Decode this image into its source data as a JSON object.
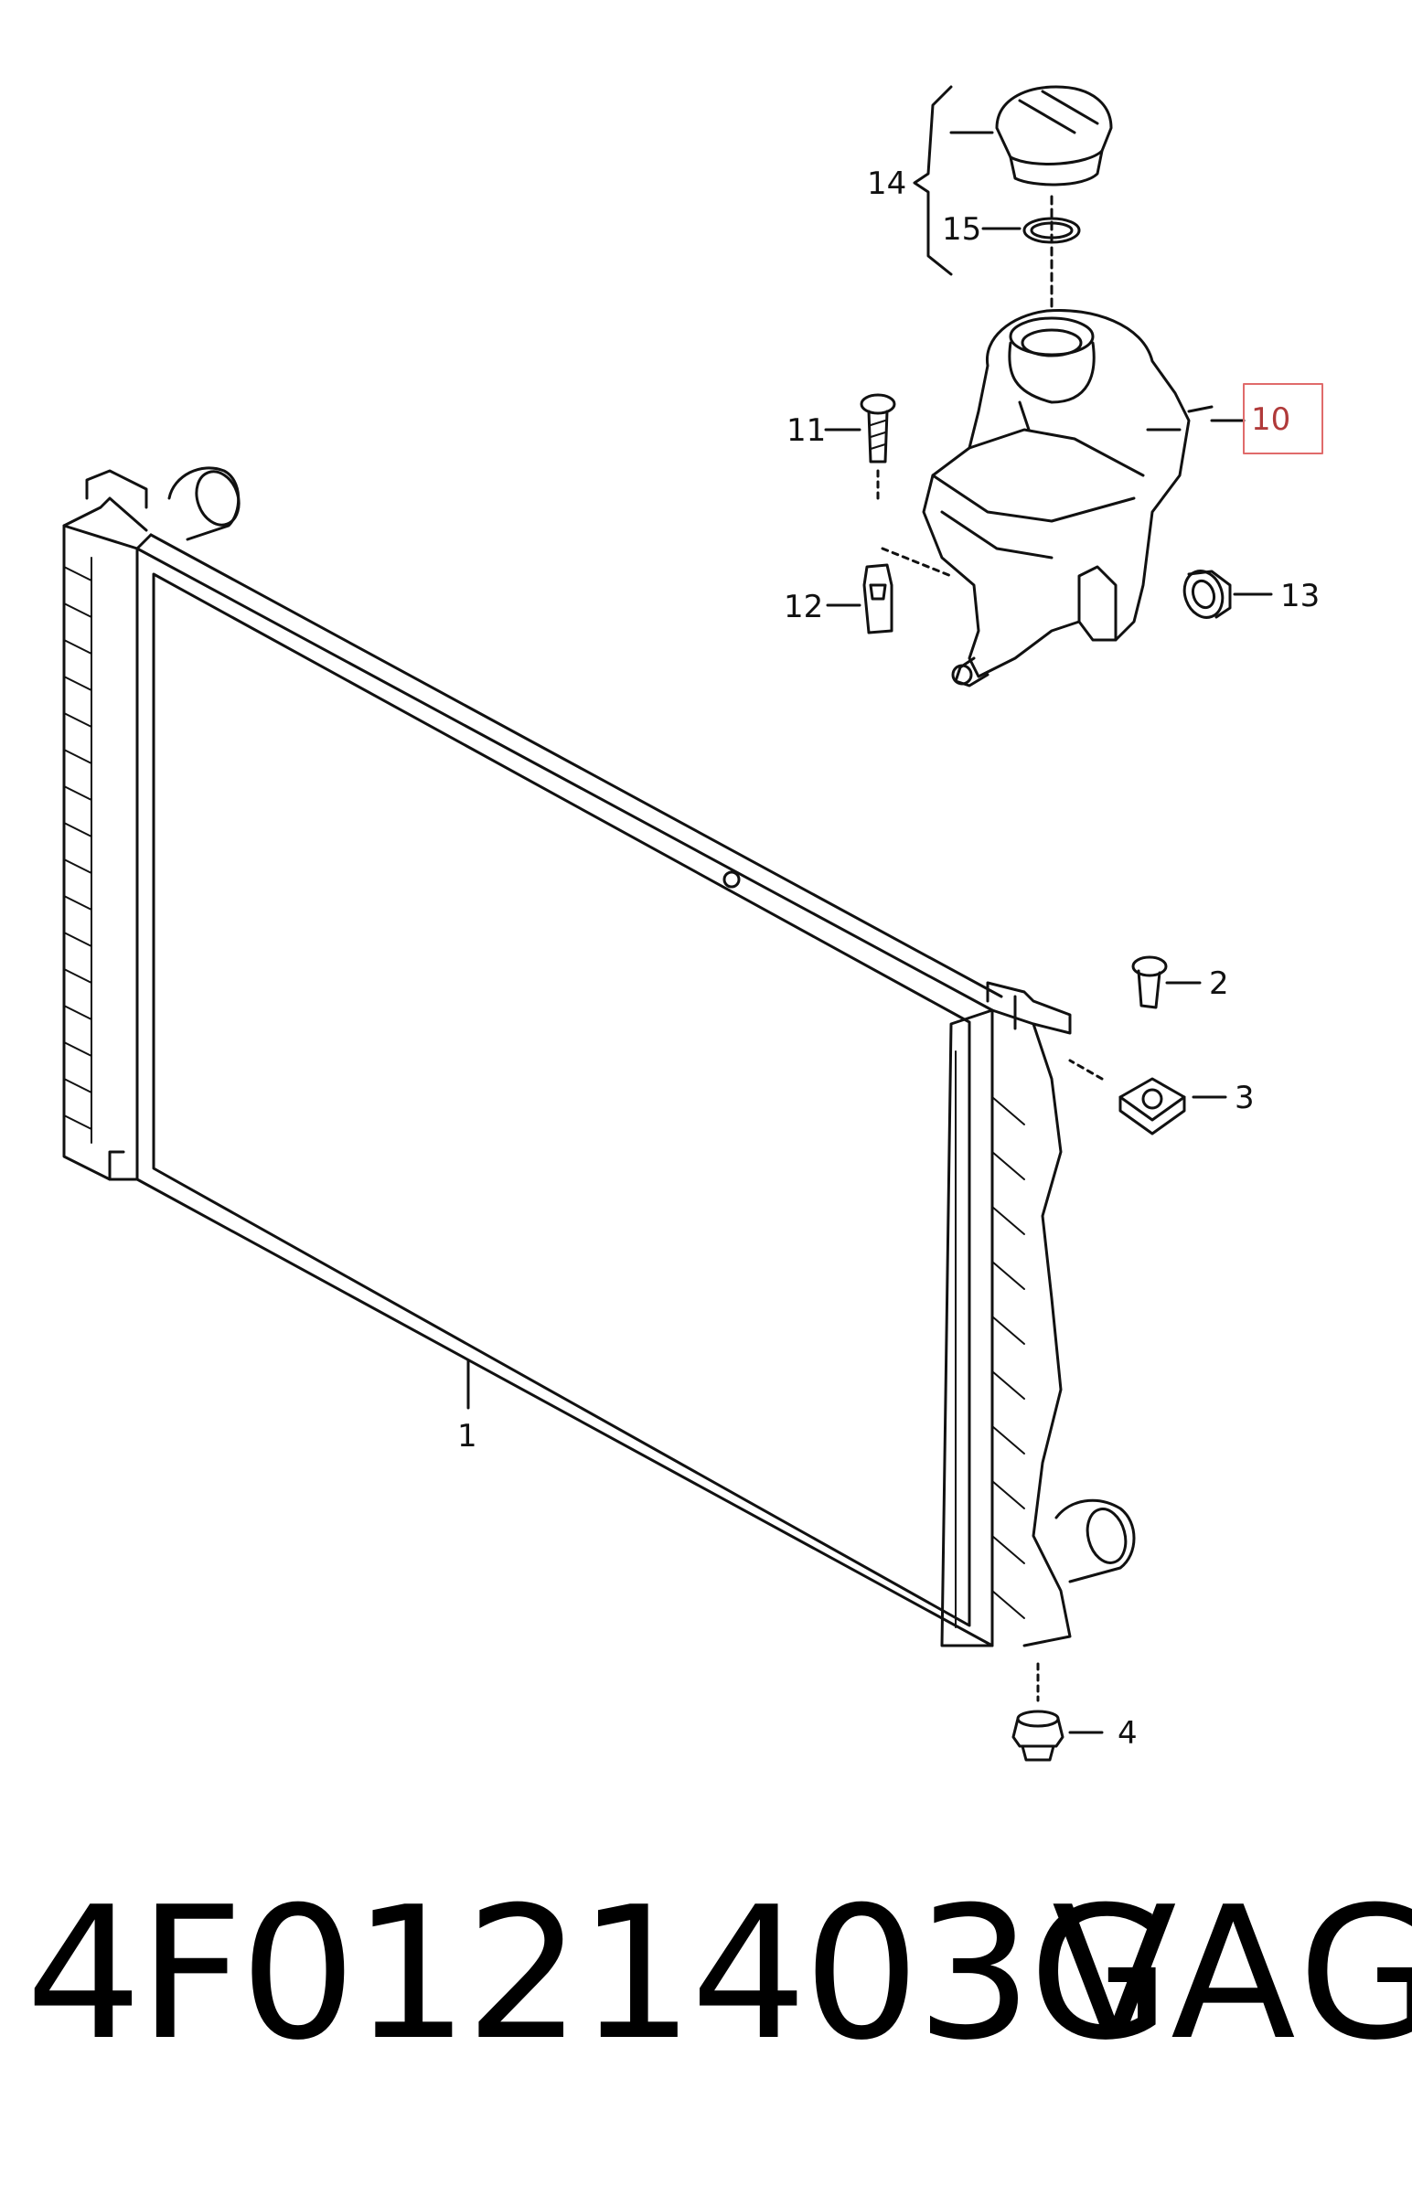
{
  "diagram": {
    "callouts": [
      {
        "id": "1",
        "label": "1"
      },
      {
        "id": "2",
        "label": "2"
      },
      {
        "id": "3",
        "label": "3"
      },
      {
        "id": "4",
        "label": "4"
      },
      {
        "id": "10",
        "label": "10",
        "highlighted": true
      },
      {
        "id": "11",
        "label": "11"
      },
      {
        "id": "12",
        "label": "12"
      },
      {
        "id": "13",
        "label": "13"
      },
      {
        "id": "14",
        "label": "14"
      },
      {
        "id": "15",
        "label": "15"
      }
    ],
    "highlight_color": "#e06b6b"
  },
  "footer": {
    "part_number": "4F0121403G",
    "brand": "VAG"
  }
}
